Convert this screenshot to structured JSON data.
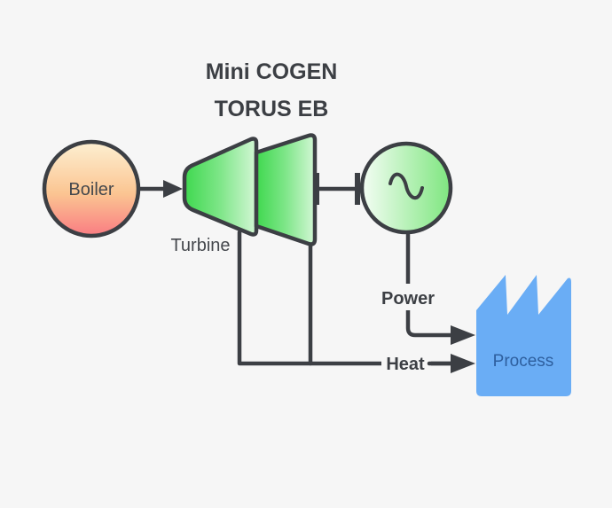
{
  "title": {
    "line1": "Mini COGEN",
    "line2": "TORUS EB"
  },
  "nodes": {
    "boiler": {
      "label": "Boiler",
      "gradient_top": "#fde9c8",
      "gradient_bottom": "#f9797f"
    },
    "turbine": {
      "label": "Turbine",
      "color": "#4fdc5c",
      "highlight": "#c9f5cd"
    },
    "generator": {
      "icon": "sine-wave-icon",
      "color": "#8fe88f"
    },
    "process": {
      "label": "Process",
      "color": "#6aadf5"
    }
  },
  "connections": {
    "power_label": "Power",
    "heat_label": "Heat"
  },
  "colors": {
    "line": "#3c3f44",
    "background": "#f6f6f6"
  }
}
